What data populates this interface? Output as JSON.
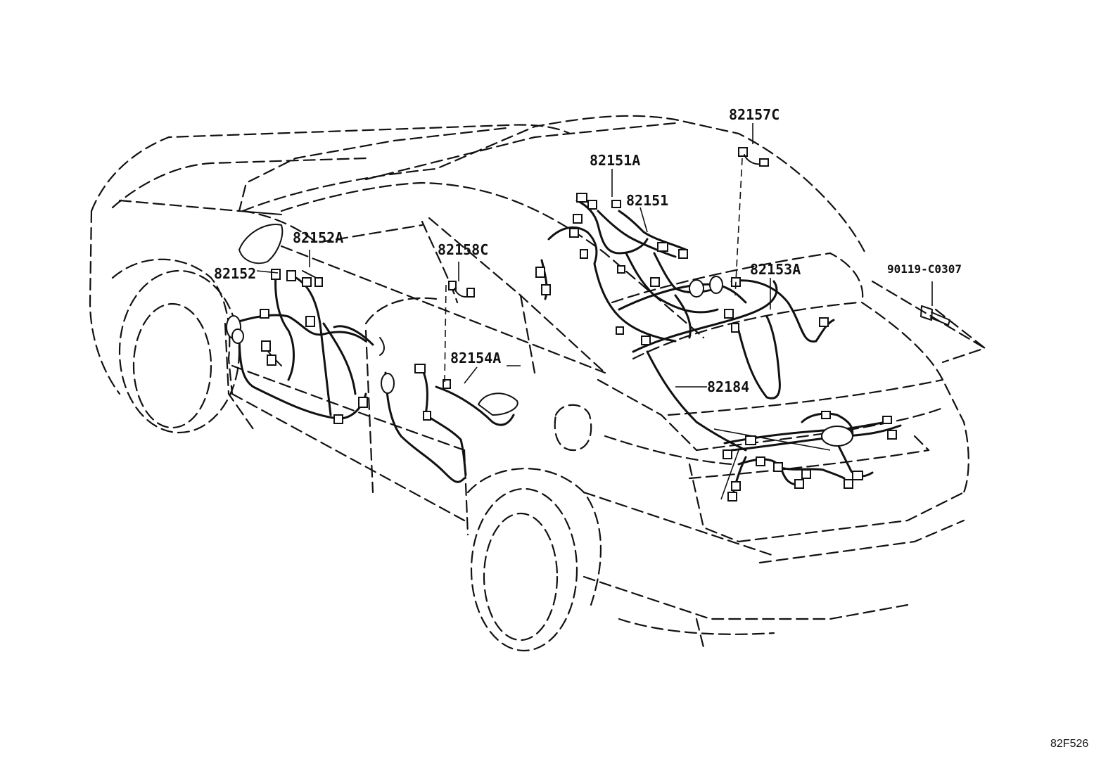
{
  "callouts": {
    "p82157C": "82157C",
    "p82151A": "82151A",
    "p82151": "82151",
    "p82152A": "82152A",
    "p82152": "82152",
    "p82158C": "82158C",
    "p82153A": "82153A",
    "p90119": "90119-C0307",
    "p82154A": "82154A",
    "p82184": "82184"
  },
  "figure_ref": "82F526"
}
